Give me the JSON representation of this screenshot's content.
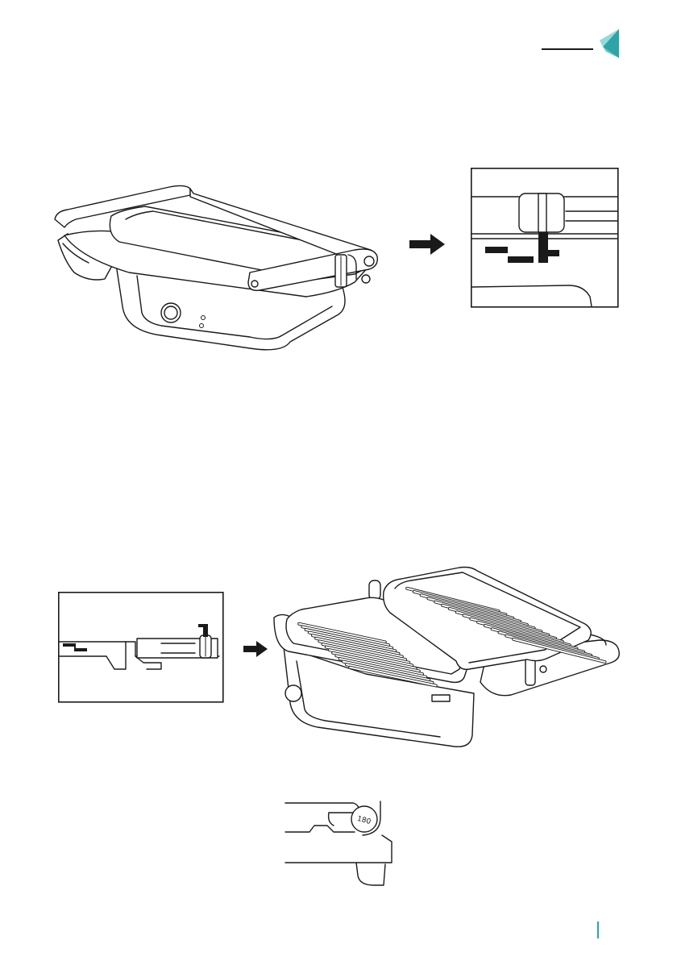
{
  "header": {
    "accent_color": "#5bc8c8",
    "accent_dark": "#2fa3a6",
    "rule_color": "#1a1a1a",
    "tab_icon": "triangle-tab-icon"
  },
  "figures": {
    "closed_grill": {
      "icon": "closed-contact-grill-illustration"
    },
    "lock_detail": {
      "icon": "lock-slider-closed-detail"
    },
    "arrow_1": {
      "icon": "right-arrow-icon"
    },
    "unlock_detail": {
      "icon": "lock-slider-open-detail"
    },
    "arrow_2": {
      "icon": "right-arrow-icon"
    },
    "open_grill": {
      "icon": "open-contact-grill-illustration"
    },
    "hinge_detail": {
      "icon": "hinge-180-detail",
      "hinge_label": "180"
    }
  },
  "footer": {
    "marker_color": "#2fa3a6"
  }
}
